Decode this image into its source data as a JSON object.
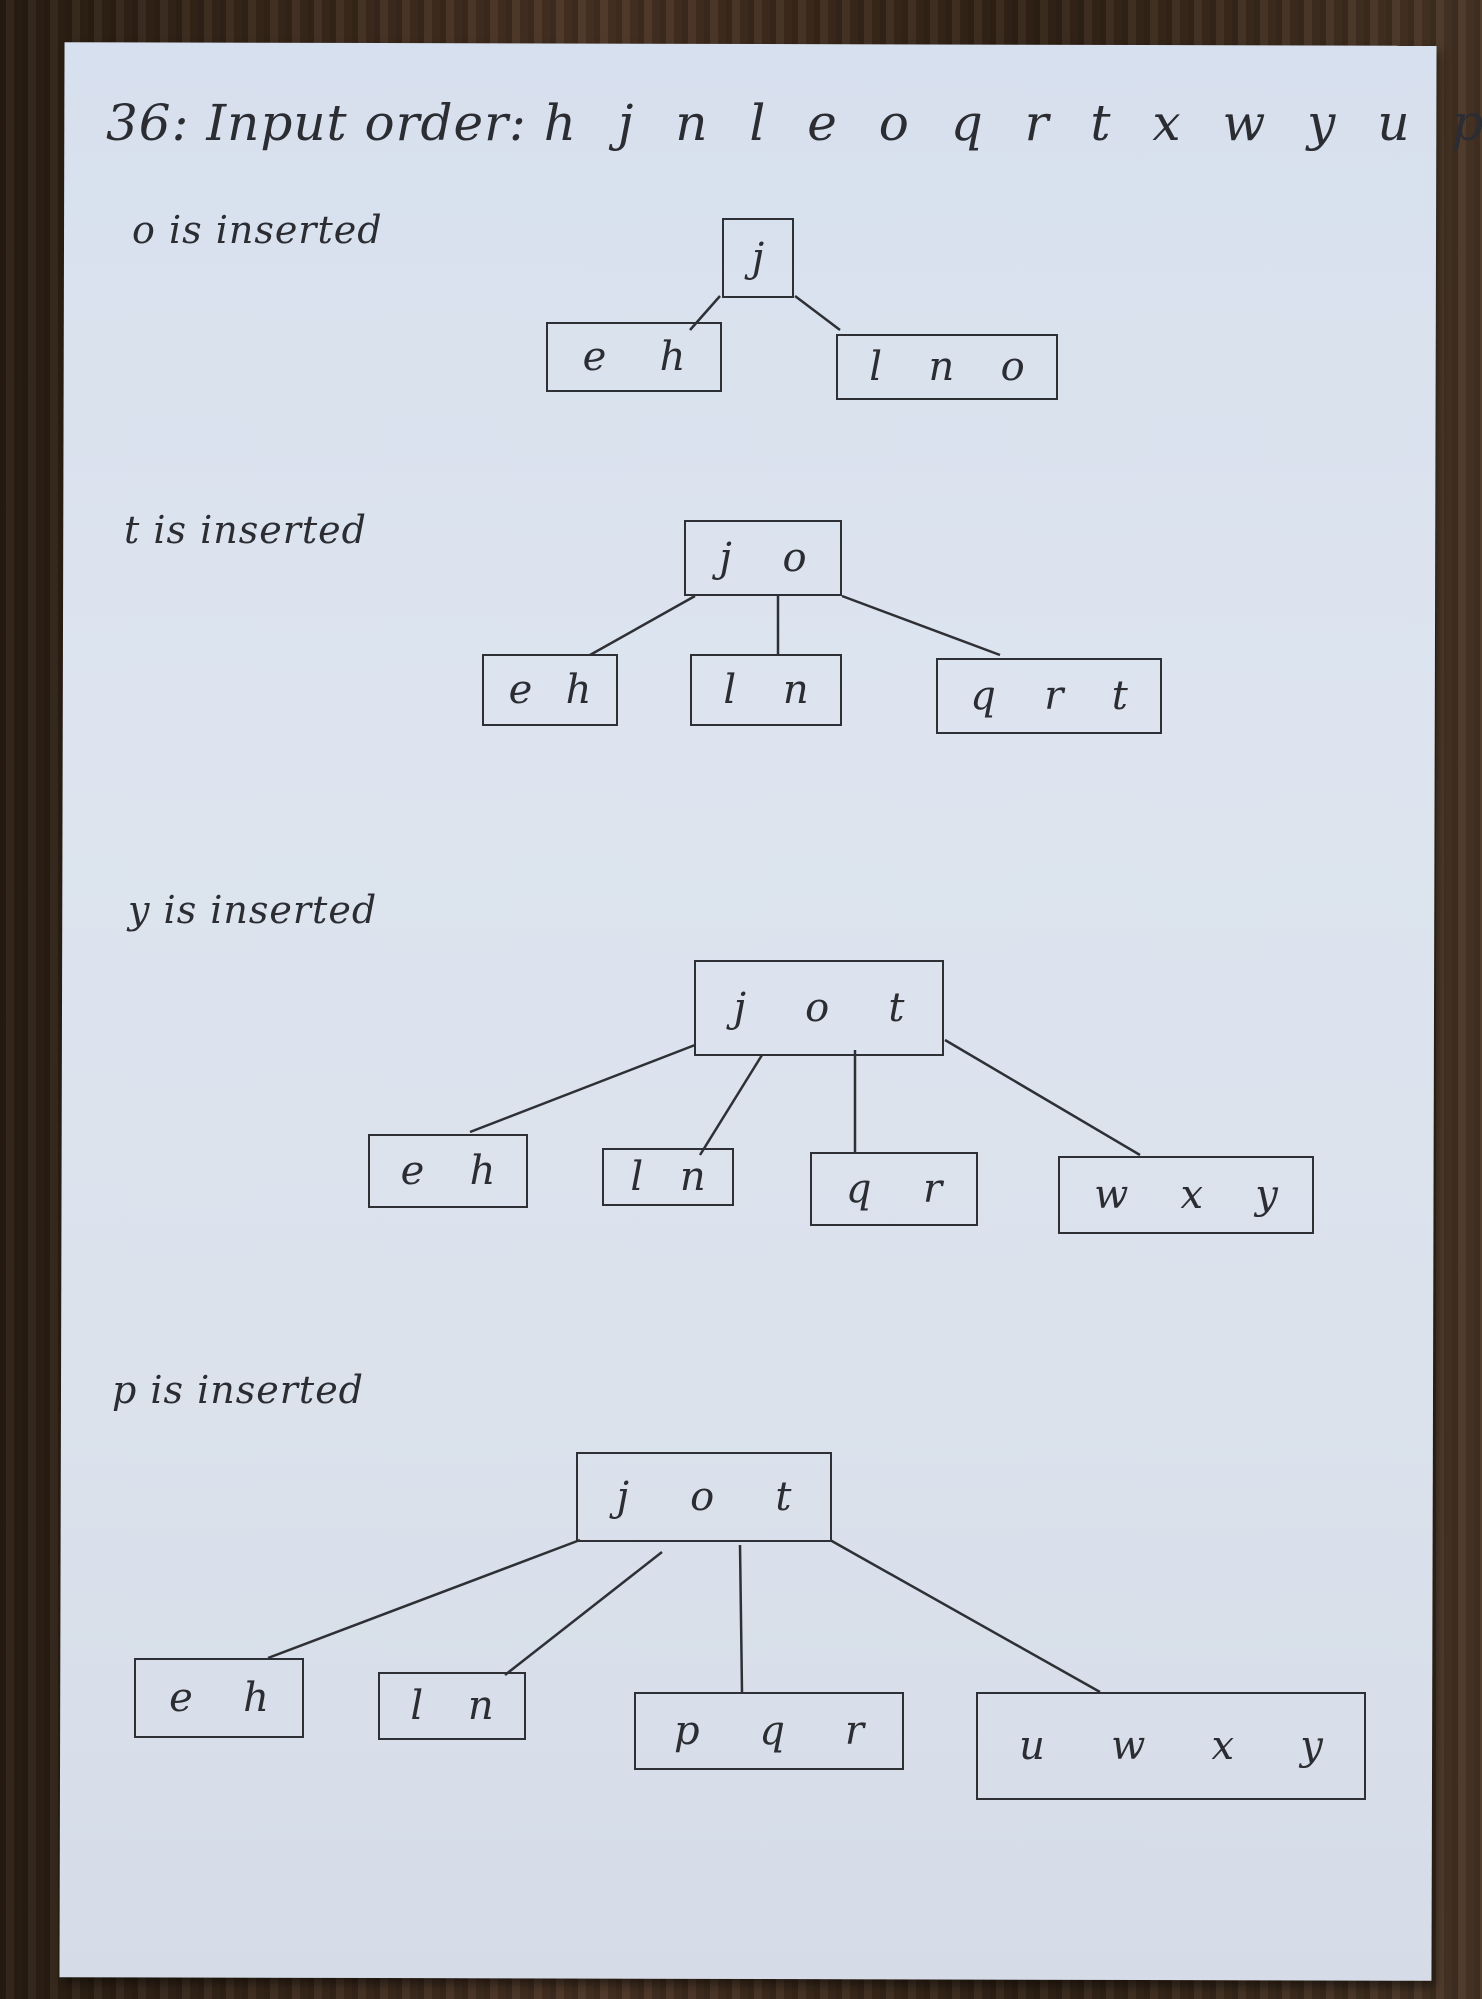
{
  "title": {
    "prefix": "36: Input order:",
    "sequence": "h j n l e o q r t x w y u p"
  },
  "steps": [
    {
      "caption": "o is inserted",
      "root": [
        "j"
      ],
      "children": [
        [
          "e",
          "h"
        ],
        [
          "l",
          "n",
          "o"
        ]
      ]
    },
    {
      "caption": "t is inserted",
      "root": [
        "j",
        "o"
      ],
      "children": [
        [
          "e",
          "h"
        ],
        [
          "l",
          "n"
        ],
        [
          "q",
          "r",
          "t"
        ]
      ]
    },
    {
      "caption": "y is inserted",
      "root": [
        "j",
        "o",
        "t"
      ],
      "children": [
        [
          "e",
          "h"
        ],
        [
          "l",
          "n"
        ],
        [
          "q",
          "r"
        ],
        [
          "w",
          "x",
          "y"
        ]
      ]
    },
    {
      "caption": "p is inserted",
      "root": [
        "j",
        "o",
        "t"
      ],
      "children": [
        [
          "e",
          "h"
        ],
        [
          "l",
          "n"
        ],
        [
          "p",
          "q",
          "r"
        ],
        [
          "u",
          "w",
          "x",
          "y"
        ]
      ]
    }
  ],
  "colors": {
    "ink": "#2b2d33",
    "paper": "#dbe2ec",
    "table": "#3a2a1c"
  }
}
